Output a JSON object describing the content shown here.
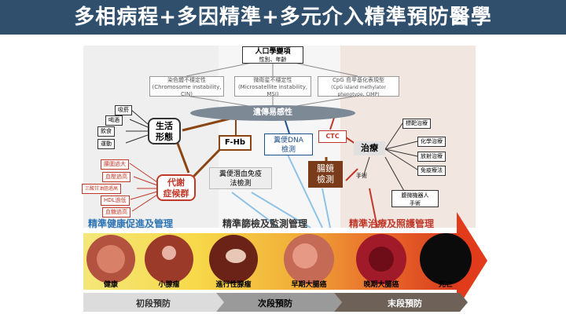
{
  "title": "多相病程+多因精準+多元介入精準預防醫學",
  "top_box": {
    "title": "人口學變項",
    "subtitle": "性別、年齡"
  },
  "instabilities": [
    {
      "zh": "染色體不穩定性",
      "en": "(Chromosome instability, CIN)"
    },
    {
      "zh": "微衛星不穩定性",
      "en": "(Microsatellite instability, MSI)"
    },
    {
      "zh": "CpG 島甲基化表現型",
      "en": "(CpG island methylator phenotype, CIMP)"
    }
  ],
  "genetic": "遺傳易感性",
  "lifestyle": {
    "label_line1": "生活",
    "label_line2": "形態",
    "items": [
      "吸菸",
      "喝酒",
      "飲食",
      "運動"
    ]
  },
  "metabolic": {
    "label_line1": "代謝",
    "label_line2": "症候群",
    "items": [
      "腰圍過大",
      "血壓過高",
      "三酸甘油脂過高",
      "HDL過低",
      "血糖過高"
    ]
  },
  "fhb": "F-Hb",
  "stool_dna": {
    "line1": "糞便DNA",
    "line2": "檢測"
  },
  "fit": {
    "line1": "糞便潛血免疫",
    "line2": "法檢測"
  },
  "ctc": "CTC",
  "colonoscopy": {
    "line1": "腸鏡",
    "line2": "檢測"
  },
  "treatment": {
    "label": "治療",
    "items": [
      "標靶治療",
      "化學治療",
      "放射治療",
      "免疫療法",
      "手術"
    ],
    "robot_line1": "腹微機器人",
    "robot_line2": "手術"
  },
  "sections": [
    "精準健康促進及管理",
    "精準篩檢及監測管理",
    "精準治療及照護管理"
  ],
  "stages": [
    "健康",
    "小腺瘤",
    "進行性腺瘤",
    "早期大腸癌",
    "晚期大腸癌",
    "死亡"
  ],
  "phases": [
    "初段預防",
    "次段預防",
    "末段預防"
  ],
  "colors": {
    "title_bg": "#2f4f6d",
    "blue": "#2e75b6",
    "red": "#c0392b",
    "brown": "#8b4513"
  }
}
